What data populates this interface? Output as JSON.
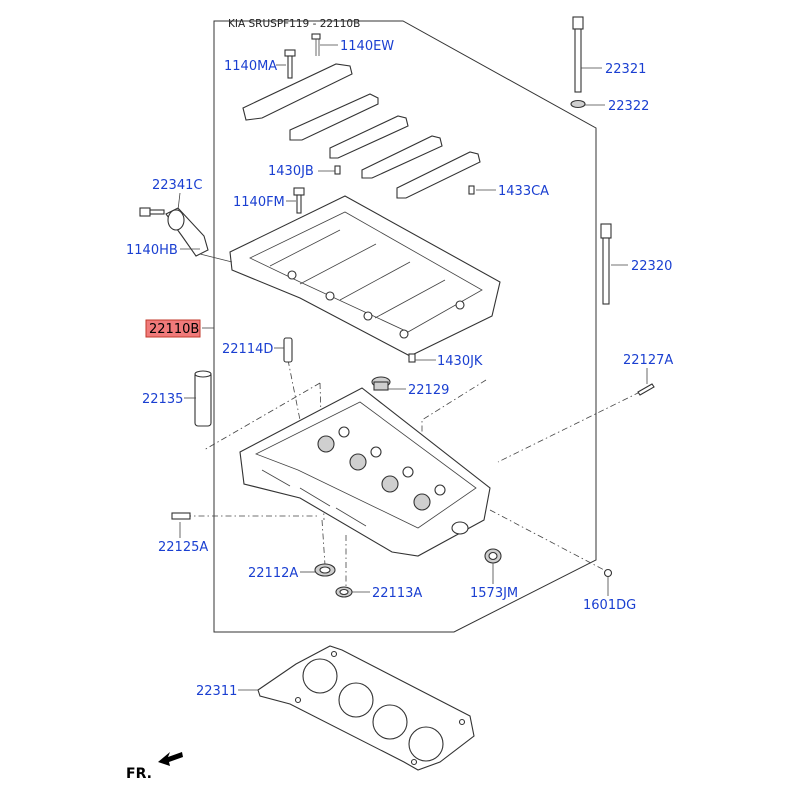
{
  "title": "KIA SRUSPF119 - 22110B",
  "front_label": "FR.",
  "highlight_color": "#f07a7a",
  "callout_color": "#1a3fd1",
  "callouts": {
    "c1140ew": "1140EW",
    "c1140ma": "1140MA",
    "c22321": "22321",
    "c22322": "22322",
    "c1430jb": "1430JB",
    "c22341c": "22341C",
    "c1433ca": "1433CA",
    "c1140fm": "1140FM",
    "c1140hb": "1140HB",
    "c22320": "22320",
    "c22110b": "22110B",
    "c22114d": "22114D",
    "c1430jk": "1430JK",
    "c22127a": "22127A",
    "c22129": "22129",
    "c22135": "22135",
    "c22125a": "22125A",
    "c22112a": "22112A",
    "c22113a": "22113A",
    "c1573jm": "1573JM",
    "c1601dg": "1601DG",
    "c22311": "22311"
  }
}
